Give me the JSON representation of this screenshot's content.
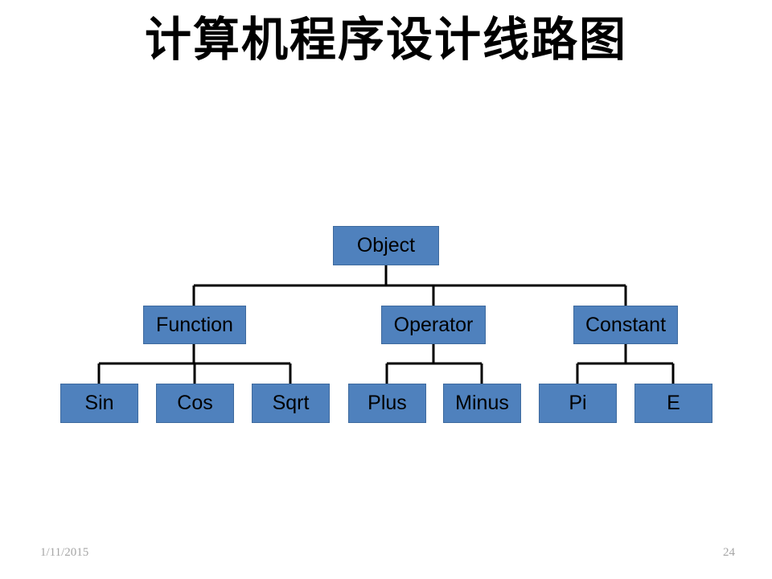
{
  "slide": {
    "title": "计算机程序设计线路图",
    "background_color": "#FFFFFF"
  },
  "theme": {
    "node_fill": "#4F81BD",
    "node_border": "#3E6A9E",
    "node_text_color": "#000000",
    "connector_color": "#000000",
    "footer_color": "#A6A6A6"
  },
  "diagram": {
    "type": "org-chart",
    "root": {
      "id": "object",
      "label": "Object"
    },
    "level2": [
      {
        "id": "function",
        "label": "Function"
      },
      {
        "id": "operator",
        "label": "Operator"
      },
      {
        "id": "constant",
        "label": "Constant"
      }
    ],
    "level3": [
      {
        "id": "sin",
        "label": "Sin",
        "parent": "function"
      },
      {
        "id": "cos",
        "label": "Cos",
        "parent": "function"
      },
      {
        "id": "sqrt",
        "label": "Sqrt",
        "parent": "function"
      },
      {
        "id": "plus",
        "label": "Plus",
        "parent": "operator"
      },
      {
        "id": "minus",
        "label": "Minus",
        "parent": "operator"
      },
      {
        "id": "pi",
        "label": "Pi",
        "parent": "constant"
      },
      {
        "id": "e",
        "label": "E",
        "parent": "constant"
      }
    ]
  },
  "footer": {
    "date": "1/11/2015",
    "page_number": "24"
  }
}
